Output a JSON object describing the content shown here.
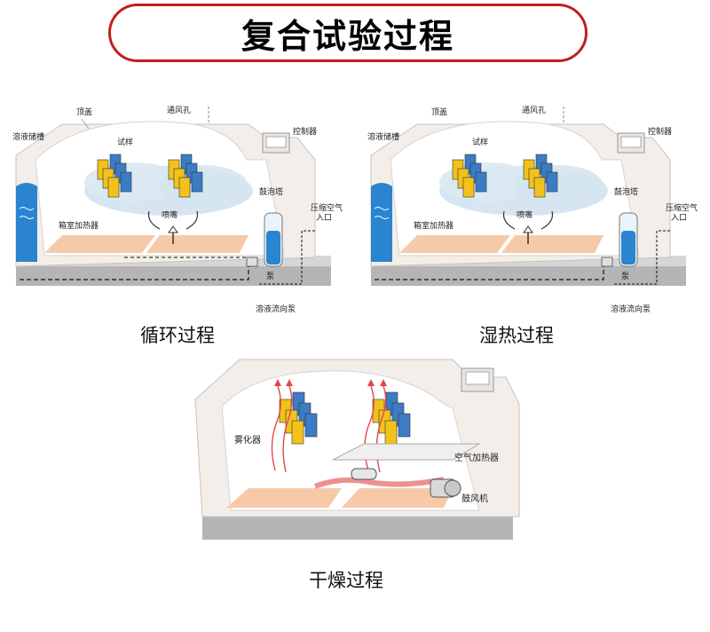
{
  "title": "复合试验过程",
  "panels": {
    "cycle": {
      "caption": "循环过程",
      "labels": {
        "top_cover": "顶盖",
        "vent": "通风孔",
        "reservoir": "溶液储槽",
        "controller": "控制器",
        "specimens": "试样",
        "bubble_tower": "鼓泡塔",
        "nozzle": "喷嘴",
        "compressed_air_1": "压缩空气",
        "compressed_air_2": "入口",
        "chamber_heater": "箱室加热器",
        "pump": "泵",
        "flow_direction": "溶液流向泵"
      }
    },
    "humid": {
      "caption": "湿热过程",
      "labels": {
        "top_cover": "顶盖",
        "vent": "通风孔",
        "reservoir": "溶液储槽",
        "controller": "控制器",
        "specimens": "试样",
        "bubble_tower": "鼓泡塔",
        "nozzle": "喷嘴",
        "compressed_air_1": "压缩空气",
        "compressed_air_2": "入口",
        "chamber_heater": "箱室加热器",
        "pump": "泵",
        "flow_direction": "溶液流向泵"
      }
    },
    "dry": {
      "caption": "干燥过程",
      "labels": {
        "atomizer": "雾化器",
        "air_heater": "空气加热器",
        "blower": "鼓风机"
      }
    }
  },
  "colors": {
    "accent_red": "#c21e1e",
    "specimen_yellow": "#f2c21b",
    "specimen_blue": "#3b7cc4",
    "water_blue": "#2a84d0",
    "heater_pad": "#f6c9a8",
    "chamber_wall": "#efe9e4",
    "base_gray": "#b5b5b5"
  }
}
